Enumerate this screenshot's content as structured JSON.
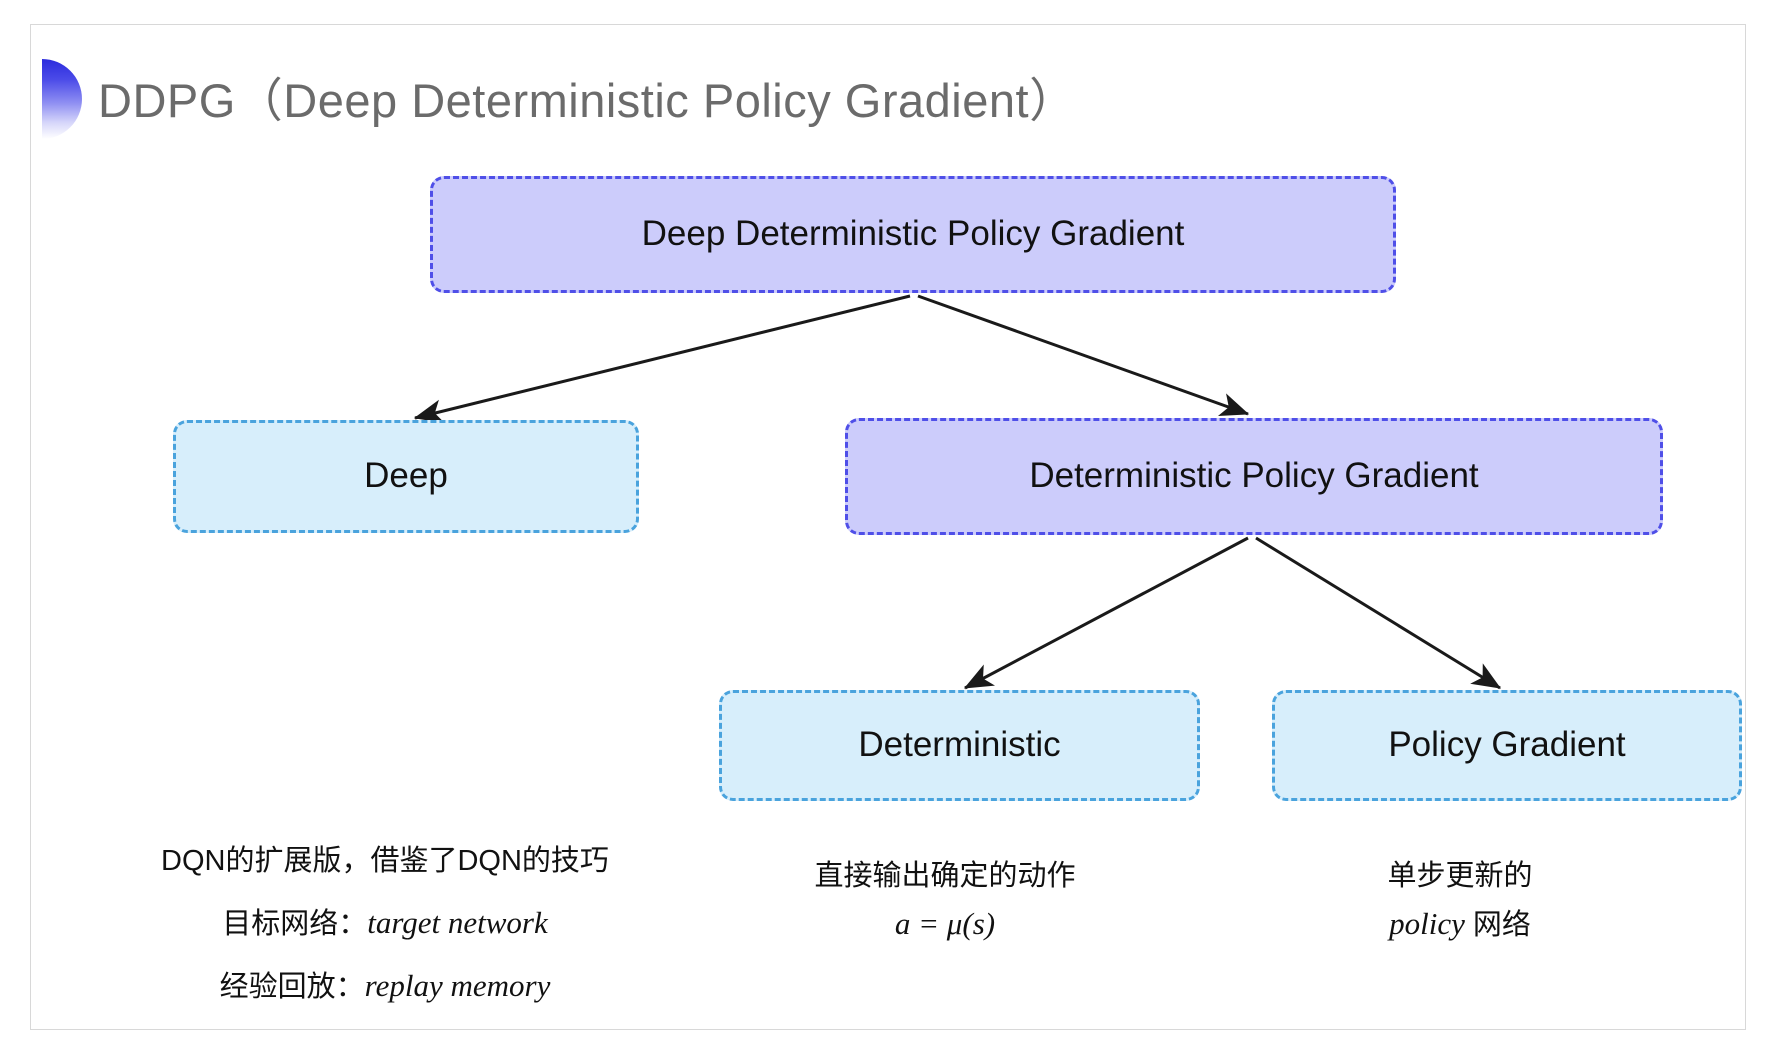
{
  "slide": {
    "title": "DDPG（Deep Deterministic Policy Gradient）",
    "decoration": "half-circle-gradient",
    "background_color": "#ffffff"
  },
  "colors": {
    "purple_fill": "#ccccfb",
    "purple_border": "#4f4fe8",
    "cyan_fill": "#d7eefb",
    "cyan_border": "#4aa3dd",
    "title_text": "#6b6b6b",
    "body_text": "#111111",
    "arrow": "#1a1a1a"
  },
  "diagram": {
    "nodes": [
      {
        "id": "root",
        "label": "Deep Deterministic Policy Gradient",
        "style": "purple"
      },
      {
        "id": "deep",
        "label": "Deep",
        "style": "cyan"
      },
      {
        "id": "dpg",
        "label": "Deterministic Policy Gradient",
        "style": "purple"
      },
      {
        "id": "deterministic",
        "label": "Deterministic",
        "style": "cyan"
      },
      {
        "id": "policy_gradient",
        "label": "Policy Gradient",
        "style": "cyan"
      }
    ],
    "edges": [
      {
        "from": "root",
        "to": "deep"
      },
      {
        "from": "root",
        "to": "dpg"
      },
      {
        "from": "dpg",
        "to": "deterministic"
      },
      {
        "from": "dpg",
        "to": "policy_gradient"
      }
    ]
  },
  "notes": {
    "left": {
      "line1": "DQN的扩展版，借鉴了DQN的技巧",
      "line2_label": "目标网络：",
      "line2_term": "target network",
      "line3_label": "经验回放：",
      "line3_term": "replay memory"
    },
    "middle": {
      "line1": "直接输出确定的动作",
      "formula": "a = μ(s)"
    },
    "right": {
      "line1": "单步更新的",
      "line2_term": "policy",
      "line2_suffix": " 网络"
    }
  }
}
